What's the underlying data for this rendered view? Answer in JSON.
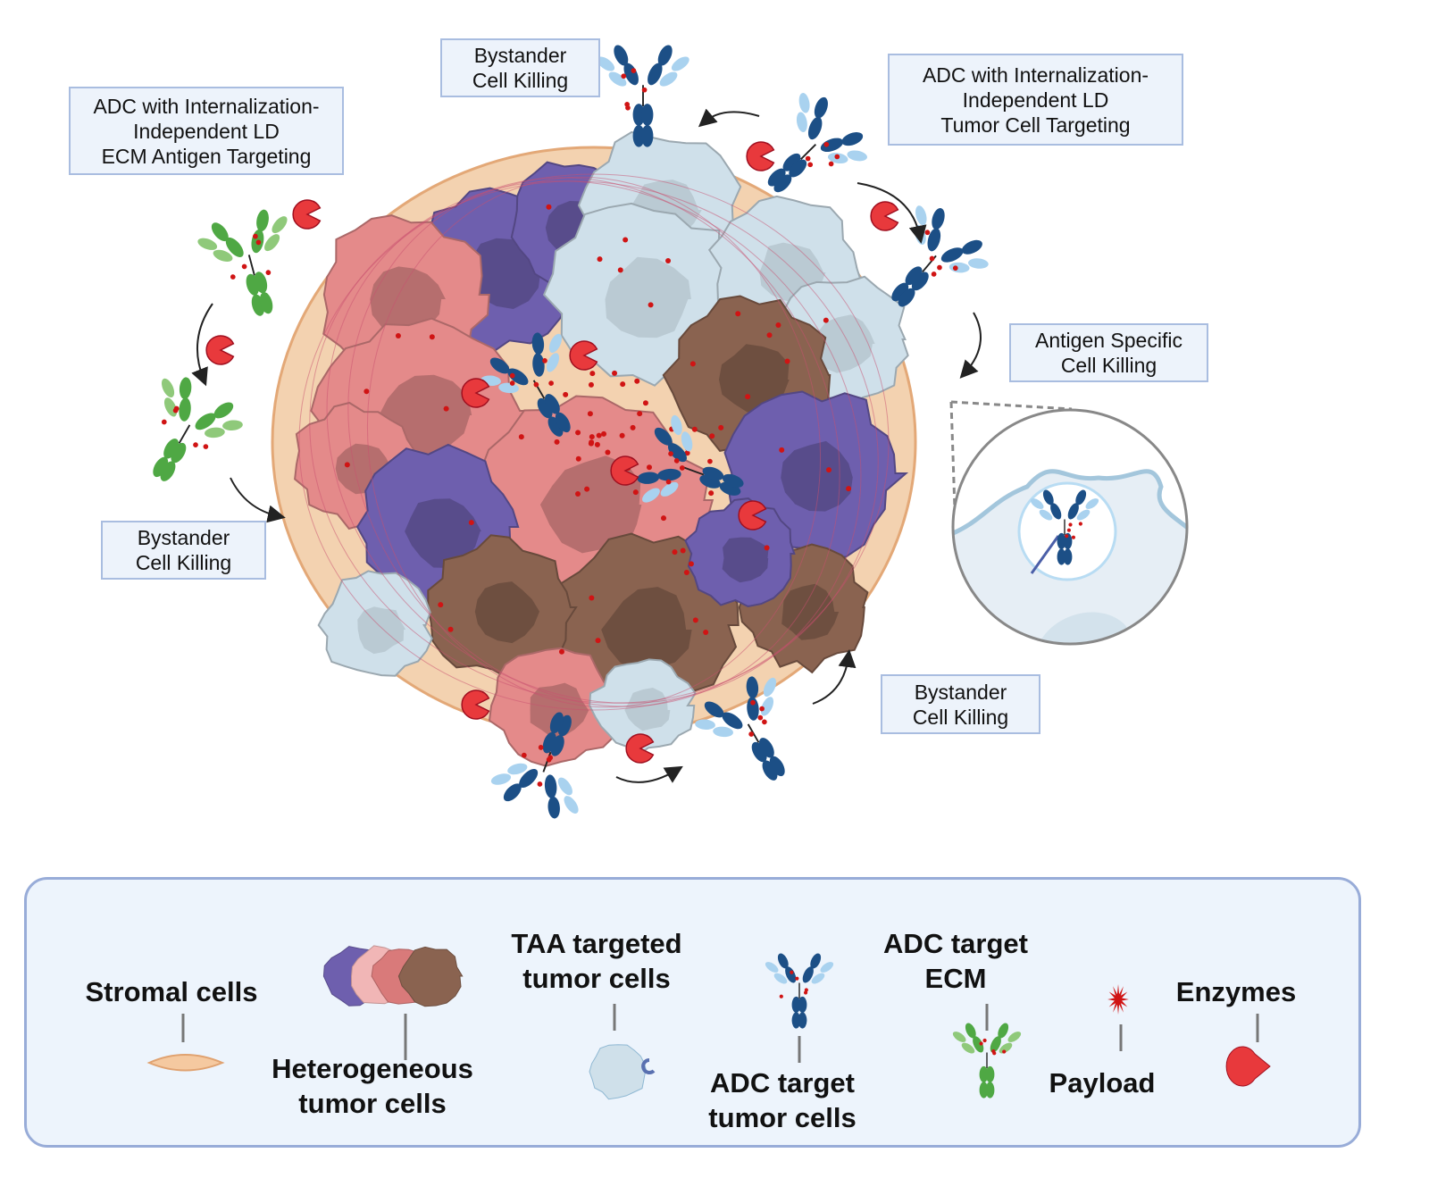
{
  "labels": {
    "ecm_targeting": "ADC with Internalization-\nIndependent LD\nECM Antigen Targeting",
    "bystander_top": "Bystander\nCell Killing",
    "tumor_targeting": "ADC with Internalization-\nIndependent LD\nTumor Cell Targeting",
    "antigen_specific": "Antigen Specific\nCell Killing",
    "bystander_left": "Bystander\nCell Killing",
    "bystander_bottom": "Bystander\nCell Killing"
  },
  "legend": {
    "stromal": "Stromal cells",
    "heterogeneous": "Heterogeneous\ntumor cells",
    "taa": "TAA targeted\ntumor cells",
    "adc_tumor": "ADC target\ntumor cells",
    "adc_ecm": "ADC target\nECM",
    "payload": "Payload",
    "enzymes": "Enzymes"
  },
  "colors": {
    "stromal": "#f5c9a0",
    "tumor_purple": "#6e5fae",
    "tumor_pink": "#e48a8a",
    "tumor_brown": "#8a6350",
    "taa_cell": "#cfe0ea",
    "adc_tumor_dark": "#1c4f86",
    "adc_tumor_light": "#a9d2ef",
    "adc_ecm_dark": "#4fa844",
    "adc_ecm_light": "#8fc97a",
    "payload": "#d01414",
    "enzyme": "#e8393c",
    "legend_border": "#98acd8"
  }
}
